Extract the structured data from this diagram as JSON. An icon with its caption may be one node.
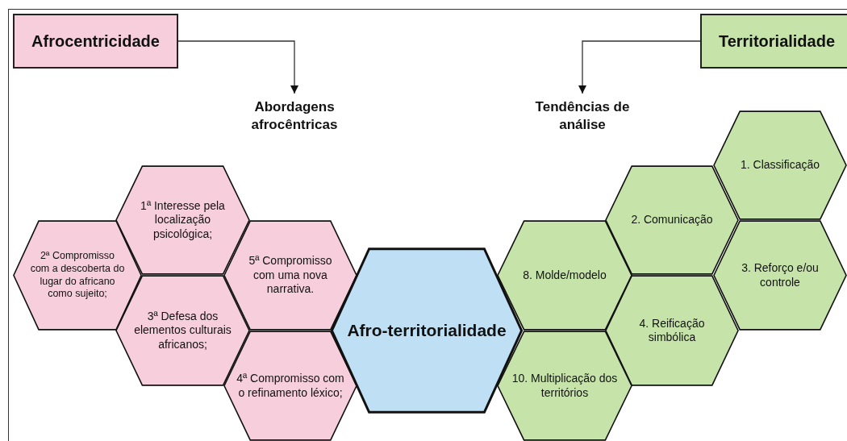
{
  "diagram": {
    "nodes": [
      {
        "text": [
          "Afrocentricidade"
        ]
      },
      {
        "text": [
          "Abordagens afrocêntricas"
        ]
      },
      {
        "text": [
          "Territorialidade"
        ]
      },
      {
        "text": [
          "Tendências de análise"
        ]
      },
      {
        "text": [
          "1ª Interesse pela localização psicológica;"
        ]
      },
      {
        "text": [
          "2ª Compromisso com a descoberta do lugar do africano como sujeito;"
        ]
      },
      {
        "text": [
          "5ª Compromisso com uma nova narrativa."
        ]
      },
      {
        "text": [
          "3ª Defesa dos elementos culturais africanos;"
        ]
      },
      {
        "text": [
          "4ª Compromisso com o refinamento léxico;"
        ]
      },
      {
        "text": [
          "Afro-territorialidade"
        ]
      },
      {
        "text": [
          "1. Classificação"
        ]
      },
      {
        "text": [
          "2. Comunicação"
        ]
      },
      {
        "text": [
          "8. Molde/modelo"
        ]
      },
      {
        "text": [
          "3. Reforço e/ou controle"
        ]
      },
      {
        "text": [
          "4. Reificação simbólica"
        ]
      },
      {
        "text": [
          "10. Multiplicação dos territórios"
        ]
      }
    ],
    "edges": [
      {
        "from": 0,
        "to": 1,
        "arrow": "to"
      },
      {
        "from": 2,
        "to": 3,
        "arrow": "to"
      }
    ]
  }
}
